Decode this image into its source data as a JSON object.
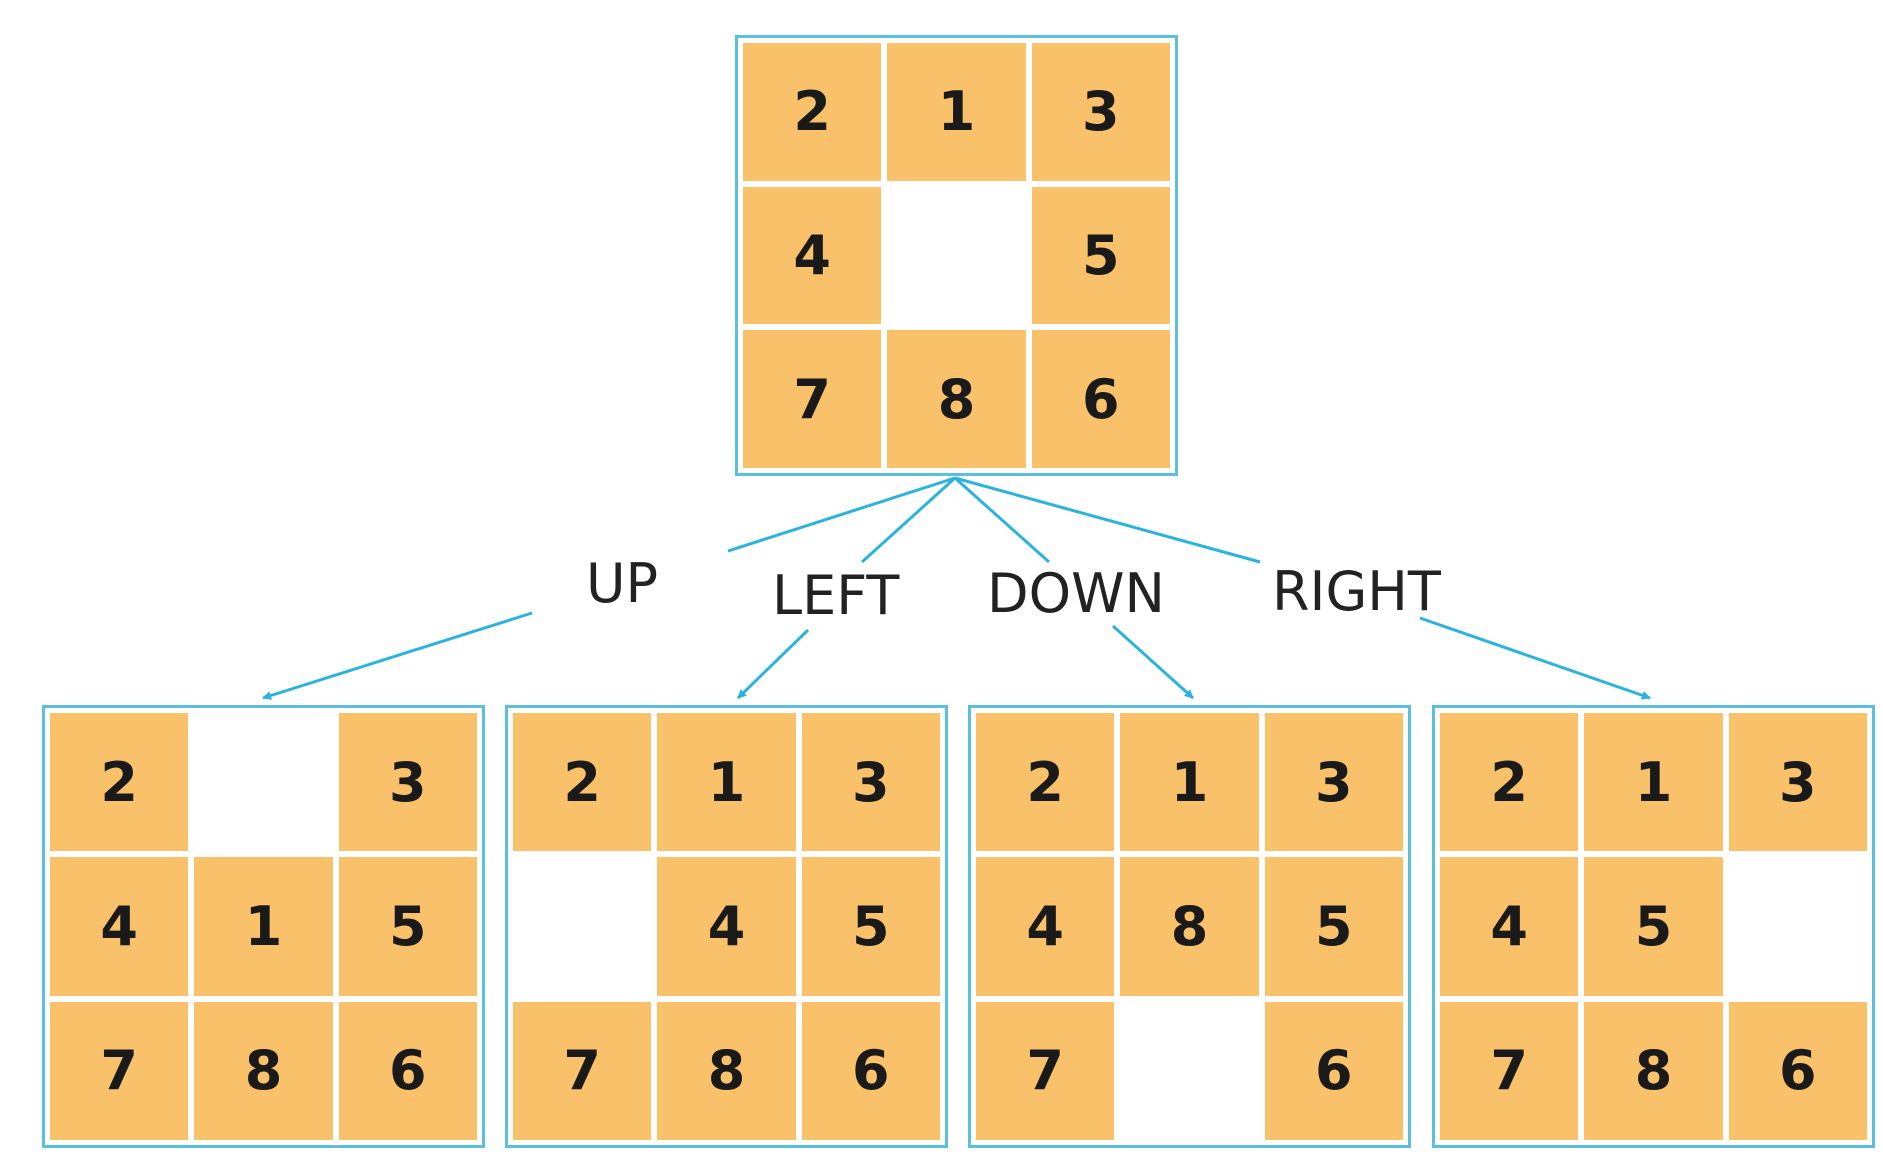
{
  "colors": {
    "tile": "#f9c16a",
    "blank": "#ffffff",
    "border": "#5bc0de",
    "arrow": "#2bb3e0",
    "text": "#1a1a1a"
  },
  "root": {
    "tiles": [
      "2",
      "1",
      "3",
      "4",
      "",
      "5",
      "7",
      "8",
      "6"
    ]
  },
  "moves": [
    {
      "label": "UP",
      "tiles": [
        "2",
        "",
        "3",
        "4",
        "1",
        "5",
        "7",
        "8",
        "6"
      ]
    },
    {
      "label": "LEFT",
      "tiles": [
        "2",
        "1",
        "3",
        "",
        "4",
        "5",
        "7",
        "8",
        "6"
      ]
    },
    {
      "label": "DOWN",
      "tiles": [
        "2",
        "1",
        "3",
        "4",
        "8",
        "5",
        "7",
        "",
        "6"
      ]
    },
    {
      "label": "RIGHT",
      "tiles": [
        "2",
        "1",
        "3",
        "4",
        "5",
        "",
        "7",
        "8",
        "6"
      ]
    }
  ]
}
